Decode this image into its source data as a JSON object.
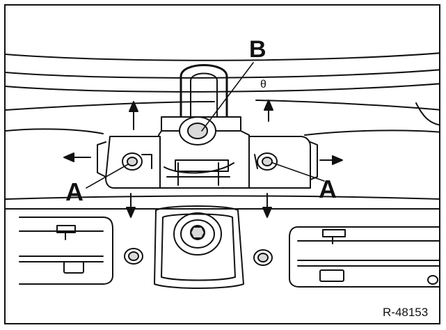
{
  "figure": {
    "callouts": {
      "a_left": "A",
      "a_right": "A",
      "b": "B",
      "theta": "θ"
    },
    "reference_code": "R-48153",
    "colors": {
      "line": "#111111",
      "background": "#ffffff",
      "shade": "#d9d9d9"
    }
  }
}
